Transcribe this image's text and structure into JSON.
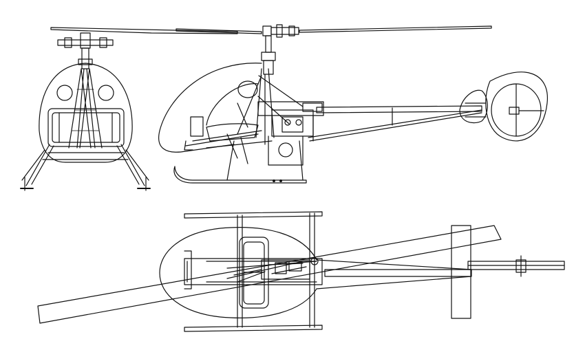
{
  "colors": {
    "background": "#ffffff",
    "ink": "#111111"
  },
  "views": [
    "front-view",
    "side-view",
    "top-view"
  ]
}
